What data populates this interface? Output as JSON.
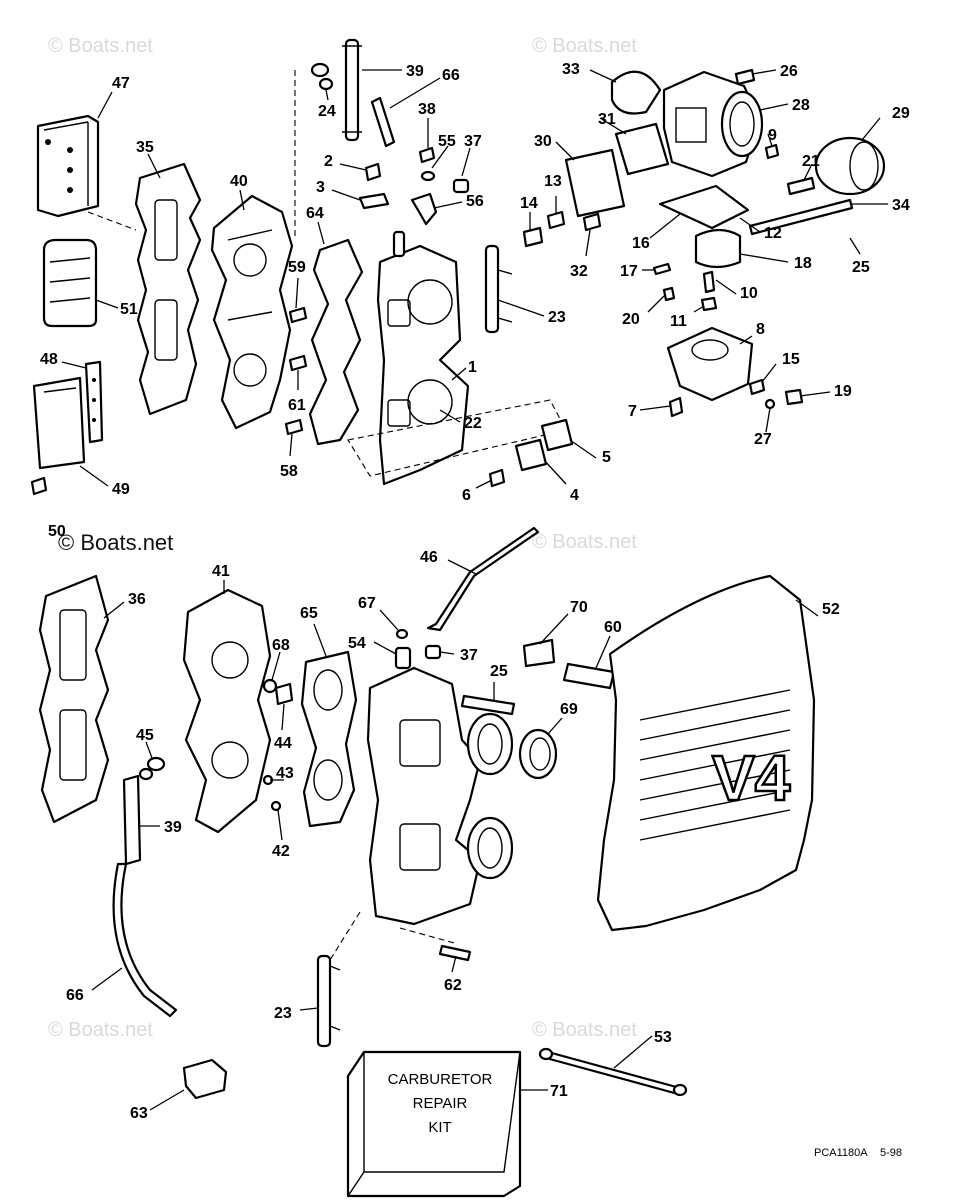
{
  "watermark": "© Boats.net",
  "figure_code": "PCA1180A",
  "figure_date": "5-98",
  "kit": {
    "line1": "CARBURETOR",
    "line2": "REPAIR",
    "line3": "KIT"
  },
  "cover_text": "V4",
  "callouts": [
    {
      "id": "47",
      "n": "47"
    },
    {
      "id": "35",
      "n": "35"
    },
    {
      "id": "40",
      "n": "40"
    },
    {
      "id": "39a",
      "n": "39"
    },
    {
      "id": "66a",
      "n": "66"
    },
    {
      "id": "24",
      "n": "24"
    },
    {
      "id": "38",
      "n": "38"
    },
    {
      "id": "55",
      "n": "55"
    },
    {
      "id": "37a",
      "n": "37"
    },
    {
      "id": "2",
      "n": "2"
    },
    {
      "id": "3",
      "n": "3"
    },
    {
      "id": "56",
      "n": "56"
    },
    {
      "id": "64",
      "n": "64"
    },
    {
      "id": "59",
      "n": "59"
    },
    {
      "id": "51",
      "n": "51"
    },
    {
      "id": "48",
      "n": "48"
    },
    {
      "id": "61",
      "n": "61"
    },
    {
      "id": "58",
      "n": "58"
    },
    {
      "id": "49",
      "n": "49"
    },
    {
      "id": "50",
      "n": "50"
    },
    {
      "id": "1",
      "n": "1"
    },
    {
      "id": "22",
      "n": "22"
    },
    {
      "id": "23a",
      "n": "23"
    },
    {
      "id": "33",
      "n": "33"
    },
    {
      "id": "26",
      "n": "26"
    },
    {
      "id": "28",
      "n": "28"
    },
    {
      "id": "29",
      "n": "29"
    },
    {
      "id": "31",
      "n": "31"
    },
    {
      "id": "9",
      "n": "9"
    },
    {
      "id": "30",
      "n": "30"
    },
    {
      "id": "21",
      "n": "21"
    },
    {
      "id": "34",
      "n": "34"
    },
    {
      "id": "13",
      "n": "13"
    },
    {
      "id": "14",
      "n": "14"
    },
    {
      "id": "16",
      "n": "16"
    },
    {
      "id": "12",
      "n": "12"
    },
    {
      "id": "32",
      "n": "32"
    },
    {
      "id": "25a",
      "n": "25"
    },
    {
      "id": "17",
      "n": "17"
    },
    {
      "id": "18",
      "n": "18"
    },
    {
      "id": "10",
      "n": "10"
    },
    {
      "id": "20",
      "n": "20"
    },
    {
      "id": "11",
      "n": "11"
    },
    {
      "id": "8",
      "n": "8"
    },
    {
      "id": "15",
      "n": "15"
    },
    {
      "id": "19",
      "n": "19"
    },
    {
      "id": "7",
      "n": "7"
    },
    {
      "id": "27",
      "n": "27"
    },
    {
      "id": "5",
      "n": "5"
    },
    {
      "id": "6",
      "n": "6"
    },
    {
      "id": "4",
      "n": "4"
    },
    {
      "id": "46",
      "n": "46"
    },
    {
      "id": "41",
      "n": "41"
    },
    {
      "id": "36",
      "n": "36"
    },
    {
      "id": "67",
      "n": "67"
    },
    {
      "id": "65",
      "n": "65"
    },
    {
      "id": "68",
      "n": "68"
    },
    {
      "id": "54",
      "n": "54"
    },
    {
      "id": "37b",
      "n": "37"
    },
    {
      "id": "70",
      "n": "70"
    },
    {
      "id": "60",
      "n": "60"
    },
    {
      "id": "52",
      "n": "52"
    },
    {
      "id": "25b",
      "n": "25"
    },
    {
      "id": "69",
      "n": "69"
    },
    {
      "id": "45",
      "n": "45"
    },
    {
      "id": "44",
      "n": "44"
    },
    {
      "id": "43",
      "n": "43"
    },
    {
      "id": "39b",
      "n": "39"
    },
    {
      "id": "42",
      "n": "42"
    },
    {
      "id": "62",
      "n": "62"
    },
    {
      "id": "66b",
      "n": "66"
    },
    {
      "id": "23b",
      "n": "23"
    },
    {
      "id": "53",
      "n": "53"
    },
    {
      "id": "71",
      "n": "71"
    },
    {
      "id": "63",
      "n": "63"
    }
  ]
}
